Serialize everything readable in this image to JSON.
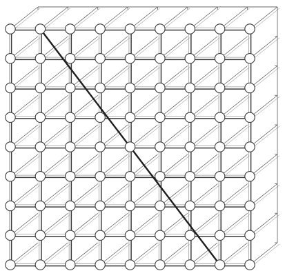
{
  "figure": {
    "kind": "cubic-lattice",
    "front_face": {
      "columns": 9,
      "rows": 9
    },
    "has_body_diagonal": true,
    "colors": {
      "background": "#ffffff",
      "grid_bar": "#3a3a3a",
      "depth_bar": "#555555",
      "node_fill": "#ffffff",
      "node_stroke": "#3a3a3a",
      "body_diagonal": "#1e1e1e"
    }
  }
}
